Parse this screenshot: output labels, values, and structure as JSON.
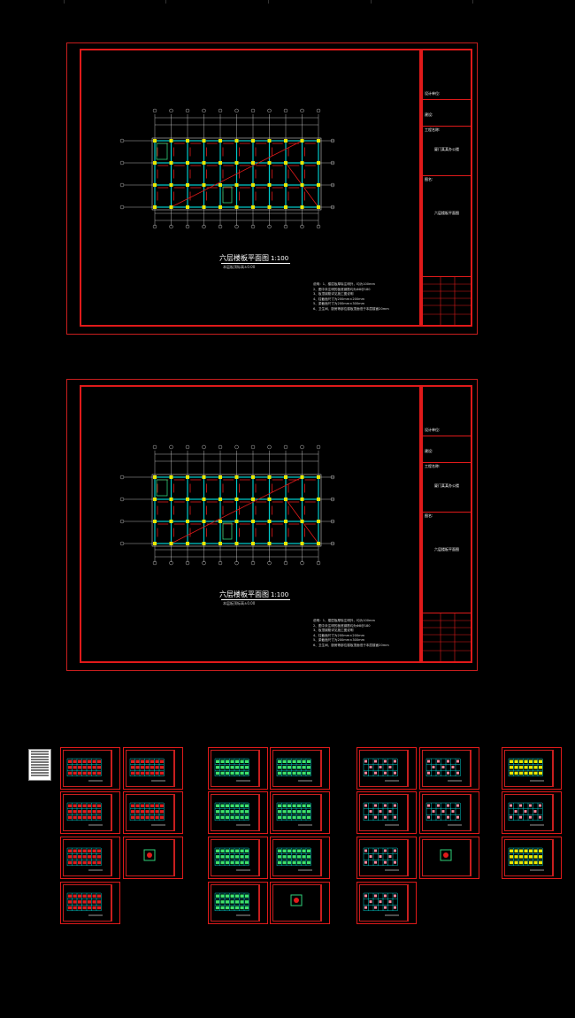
{
  "colors": {
    "frame": "#e01a1a",
    "grid": "#00c8c8",
    "column": "#e8e800",
    "beam": "#e01a1a",
    "background": "#000000"
  },
  "sheets": [
    {
      "plan_title": "六层楼板平面图",
      "scale": "1:100",
      "subtitle": "本层板顶标高±0.00",
      "notes": [
        "说明：1、楼层板厚除注明外，均为100mm",
        "2、图中未注明的板底钢筋均为Φ8@180",
        "3、板顶钢筋详见施工图说明",
        "4、柱截面尺寸为200mm×200mm",
        "5、梁截面尺寸为200mm×300mm",
        "6、卫生间、厨房等部位楼板顶面低于本层楼面20mm"
      ],
      "title_block": {
        "design_unit": "设计单位:",
        "client": "建设:",
        "project_name_label": "工程名称:",
        "project_name": "厦门某某办公楼",
        "drawing_name_label": "图名:",
        "drawing_name": "六层楼板平面图"
      }
    },
    {
      "plan_title": "六层楼板平面图",
      "scale": "1:100",
      "subtitle": "本层板顶标高±0.00",
      "notes": [
        "说明：1、楼层板厚除注明外，均为100mm",
        "2、图中未注明的板底钢筋均为Φ8@180",
        "3、板顶钢筋详见施工图说明",
        "4、柱截面尺寸为200mm×200mm",
        "5、梁截面尺寸为200mm×300mm",
        "6、卫生间、厨房等部位楼板顶面低于本层楼面20mm"
      ],
      "title_block": {
        "design_unit": "设计单位:",
        "client": "建设:",
        "project_name_label": "工程名称:",
        "project_name": "厦门某某办公楼",
        "drawing_name_label": "图名:",
        "drawing_name": "六层楼板平面图"
      }
    }
  ]
}
